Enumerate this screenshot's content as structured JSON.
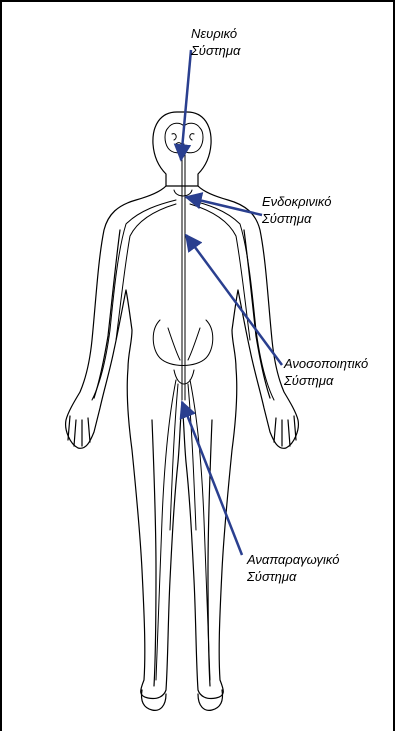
{
  "labels": [
    {
      "id": "nervous",
      "line1": "Νευρικό",
      "line2": "Σύστημα"
    },
    {
      "id": "endocrine",
      "line1": "Ενδοκρινικό",
      "line2": "Σύστημα"
    },
    {
      "id": "immune",
      "line1": "Ανοσοποιητικό",
      "line2": "Σύστημα"
    },
    {
      "id": "reproductive",
      "line1": "Αναπαραγωγικό",
      "line2": "Σύστημα"
    }
  ],
  "colors": {
    "arrow": "#2a3f8f",
    "outline": "#000000",
    "background": "#ffffff"
  }
}
